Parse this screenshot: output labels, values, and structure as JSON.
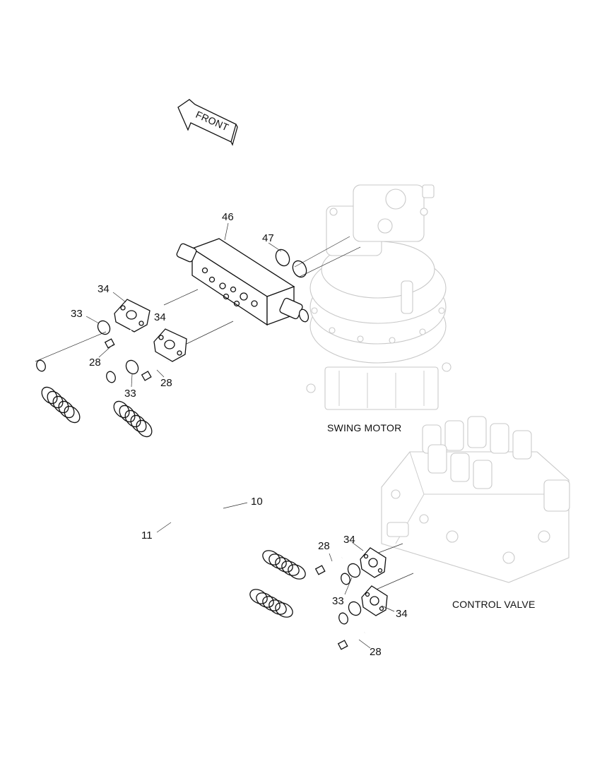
{
  "front_arrow": {
    "label": "FRONT"
  },
  "assemblies": {
    "swing_motor": {
      "label": "SWING MOTOR"
    },
    "control_valve": {
      "label": "CONTROL VALVE"
    }
  },
  "callouts": [
    {
      "id": "c46",
      "label": "46"
    },
    {
      "id": "c47",
      "label": "47"
    },
    {
      "id": "c34a",
      "label": "34"
    },
    {
      "id": "c34b",
      "label": "34"
    },
    {
      "id": "c33a",
      "label": "33"
    },
    {
      "id": "c33b",
      "label": "33"
    },
    {
      "id": "c28a",
      "label": "28"
    },
    {
      "id": "c28b",
      "label": "28"
    },
    {
      "id": "c10",
      "label": "10"
    },
    {
      "id": "c11",
      "label": "11"
    },
    {
      "id": "c28c",
      "label": "28"
    },
    {
      "id": "c34c",
      "label": "34"
    },
    {
      "id": "c33c",
      "label": "33"
    },
    {
      "id": "c34d",
      "label": "34"
    },
    {
      "id": "c28d",
      "label": "28"
    }
  ]
}
